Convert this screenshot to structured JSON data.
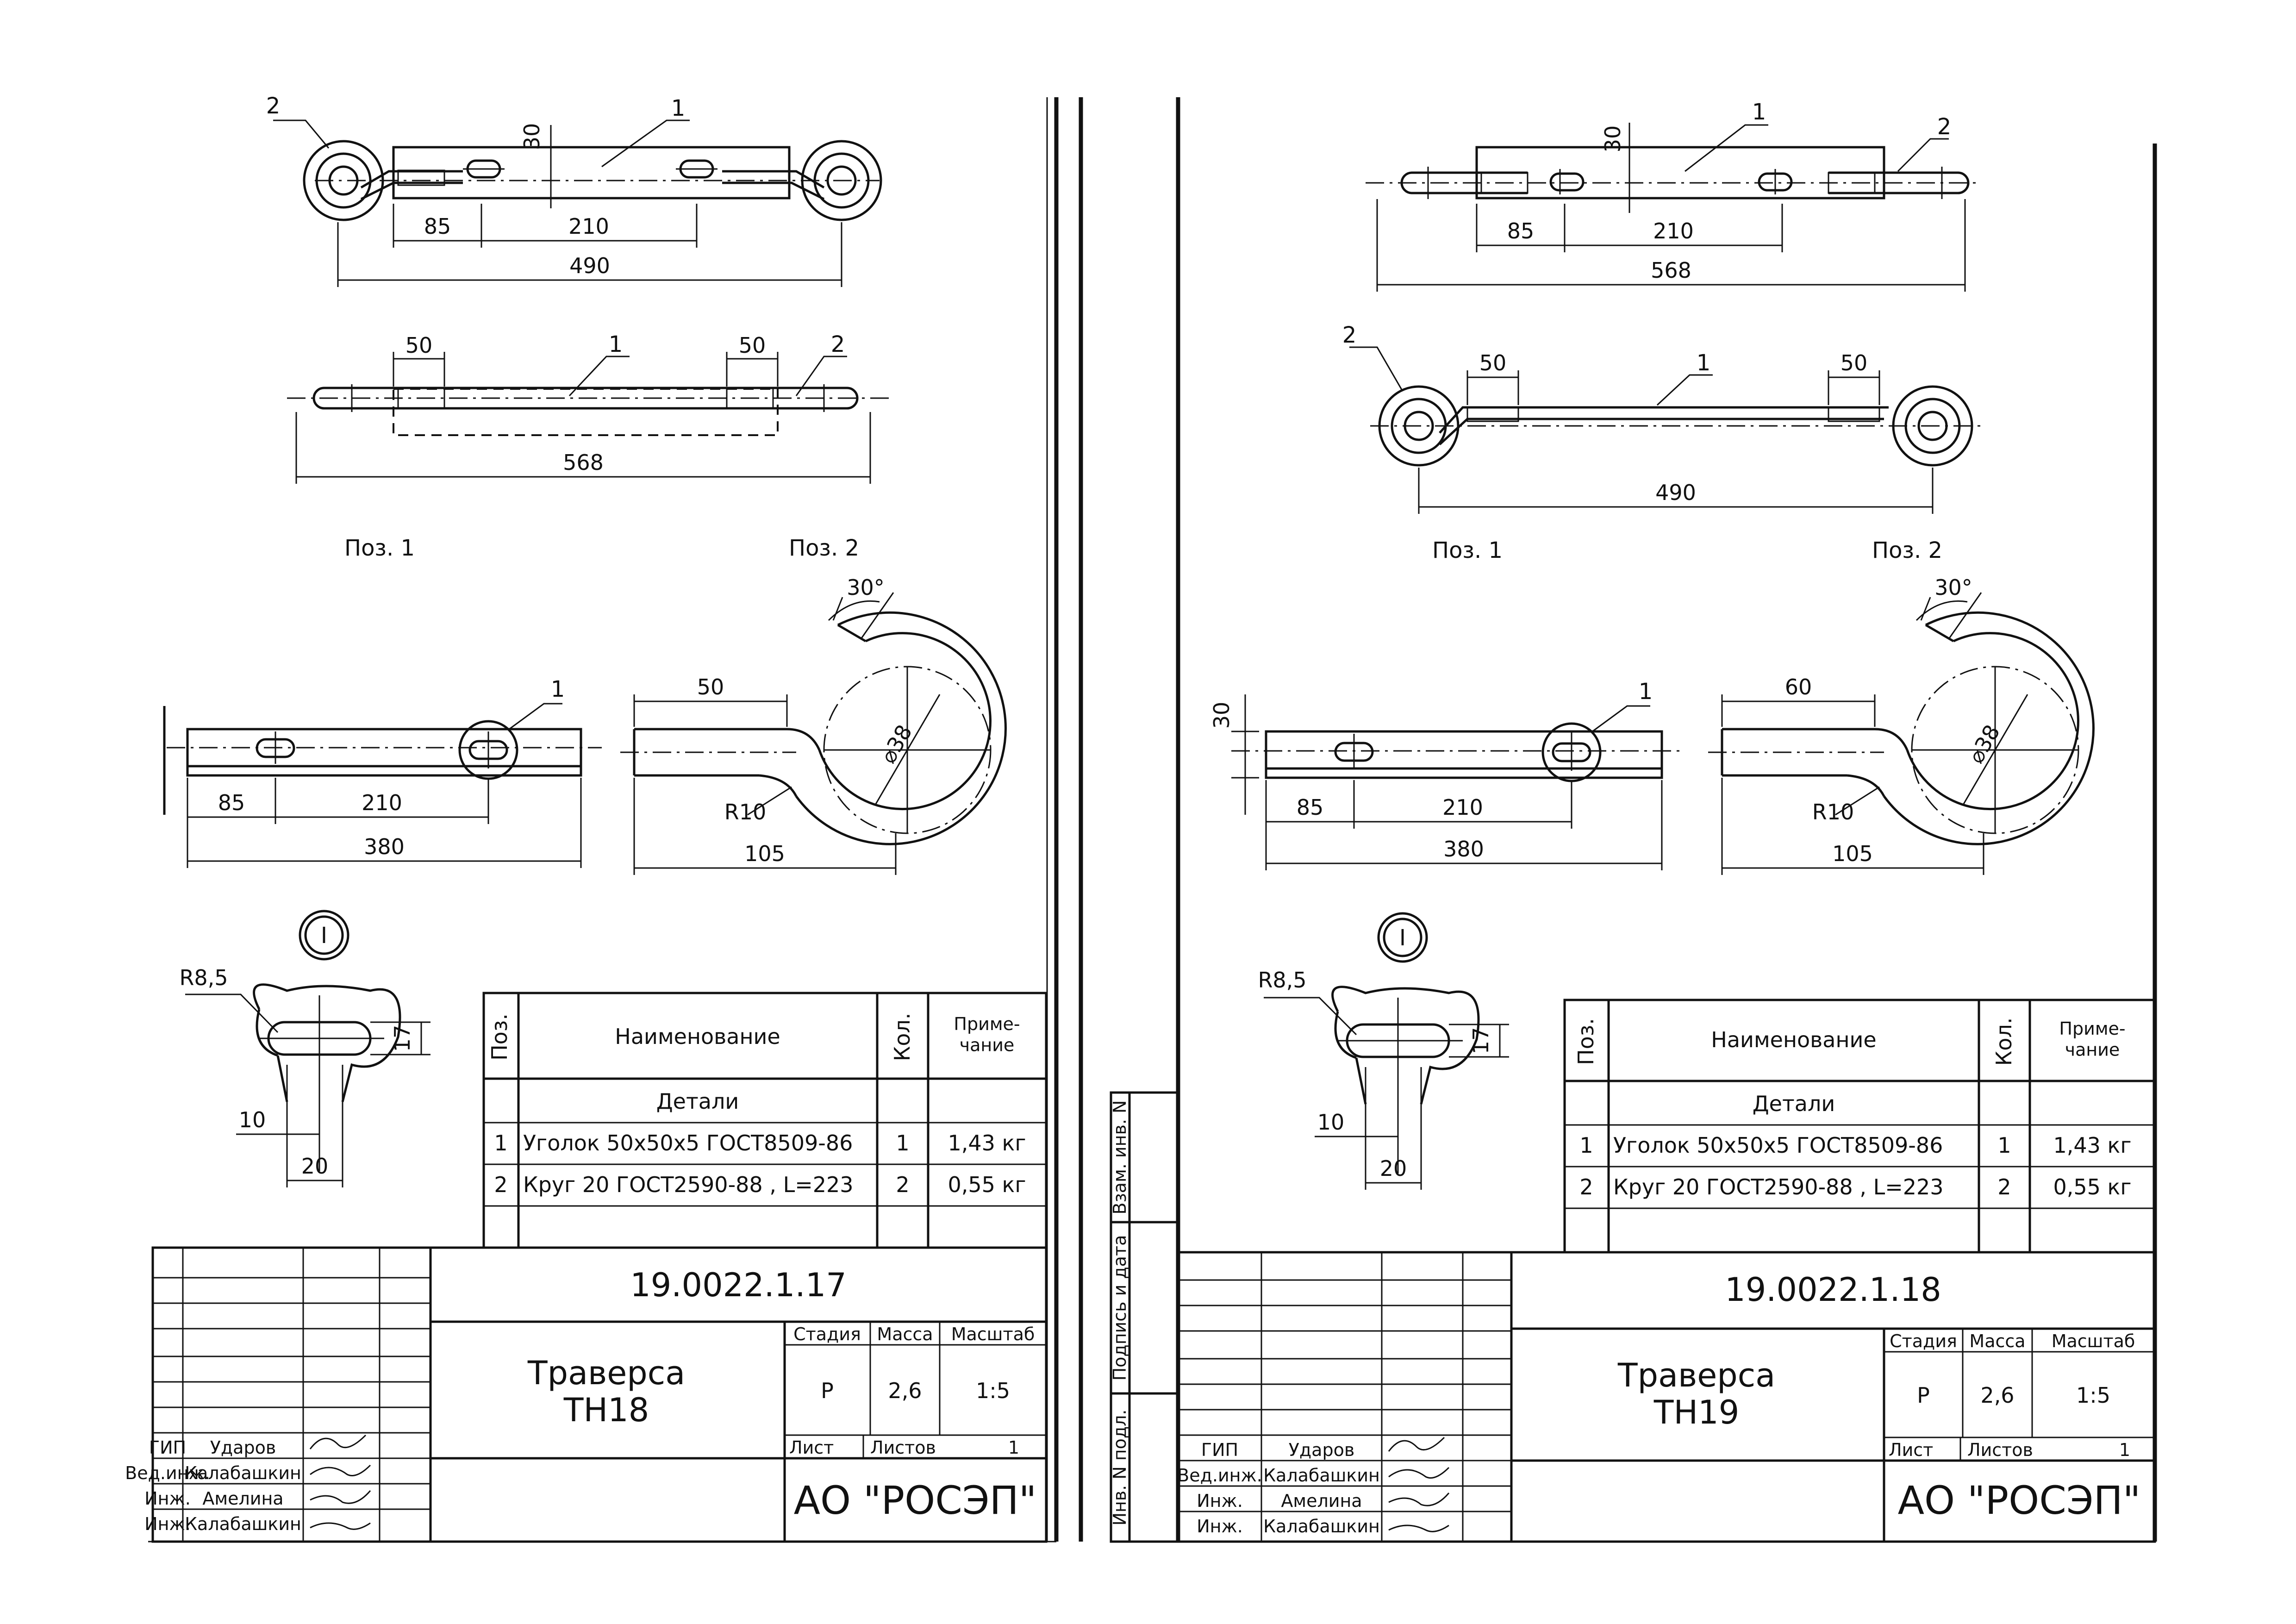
{
  "sheets": [
    {
      "views": {
        "top": {
          "dims": [
            "85",
            "210",
            "490",
            "30"
          ],
          "pos": [
            "1",
            "2"
          ]
        },
        "side": {
          "dims": [
            "50",
            "50",
            "568"
          ],
          "pos": [
            "1",
            "2"
          ]
        },
        "poz1": {
          "label": "Поз. 1",
          "dims": [
            "85",
            "210",
            "380"
          ],
          "callout": "1"
        },
        "poz2": {
          "label": "Поз. 2",
          "dims": [
            "50",
            "105",
            "R10",
            "⌀38",
            "30°"
          ]
        },
        "detail": {
          "marker": "I",
          "dims": [
            "R8,5",
            "17",
            "10",
            "20"
          ]
        }
      },
      "spec": {
        "headers": [
          "Поз.",
          "Наименование",
          "Кол.",
          "Приме-\nчание"
        ],
        "section": "Детали",
        "rows": [
          {
            "pos": "1",
            "name": "Уголок 50х50х5 ГОСТ8509-86",
            "qty": "1",
            "note": "1,43 кг"
          },
          {
            "pos": "2",
            "name": "Круг 20 ГОСТ2590-88 , L=223",
            "qty": "2",
            "note": "0,55 кг"
          }
        ]
      },
      "title_block": {
        "doc_code": "19.0022.1.17",
        "title": "Траверса",
        "subtitle": "ТН18",
        "stage_label": "Стадия",
        "mass_label": "Масса",
        "scale_label": "Масштаб",
        "stage": "Р",
        "mass": "2,6",
        "scale": "1:5",
        "sheet_label": "Лист",
        "sheets_label": "Листов",
        "sheets_count": "1",
        "org": "АО \"РОСЭП\"",
        "signers": [
          {
            "role": "ГИП",
            "name": "Ударов"
          },
          {
            "role": "Вед.инж.",
            "name": "Калабашкин"
          },
          {
            "role": "Инж.",
            "name": "Амелина"
          },
          {
            "role": "Инж.",
            "name": "Калабашкин"
          }
        ]
      }
    },
    {
      "views": {
        "top": {
          "dims": [
            "85",
            "210",
            "568",
            "30"
          ],
          "pos": [
            "1",
            "2"
          ]
        },
        "side": {
          "dims": [
            "50",
            "50",
            "490"
          ],
          "pos": [
            "1",
            "2"
          ]
        },
        "poz1": {
          "label": "Поз. 1",
          "dims": [
            "85",
            "210",
            "380",
            "30"
          ],
          "callout": "1"
        },
        "poz2": {
          "label": "Поз. 2",
          "dims": [
            "60",
            "105",
            "R10",
            "⌀38",
            "30°"
          ]
        },
        "detail": {
          "marker": "I",
          "dims": [
            "R8,5",
            "17",
            "10",
            "20"
          ]
        }
      },
      "spec": {
        "headers": [
          "Поз.",
          "Наименование",
          "Кол.",
          "Приме-\nчание"
        ],
        "section": "Детали",
        "rows": [
          {
            "pos": "1",
            "name": "Уголок 50х50х5 ГОСТ8509-86",
            "qty": "1",
            "note": "1,43 кг"
          },
          {
            "pos": "2",
            "name": "Круг 20 ГОСТ2590-88 , L=223",
            "qty": "2",
            "note": "0,55 кг"
          }
        ]
      },
      "title_block": {
        "doc_code": "19.0022.1.18",
        "title": "Траверса",
        "subtitle": "ТН19",
        "stage_label": "Стадия",
        "mass_label": "Масса",
        "scale_label": "Масштаб",
        "stage": "Р",
        "mass": "2,6",
        "scale": "1:5",
        "sheet_label": "Лист",
        "sheets_label": "Листов",
        "sheets_count": "1",
        "org": "АО \"РОСЭП\"",
        "signers": [
          {
            "role": "ГИП",
            "name": "Ударов"
          },
          {
            "role": "Вед.инж.",
            "name": "Калабашкин"
          },
          {
            "role": "Инж.",
            "name": "Амелина"
          },
          {
            "role": "Инж.",
            "name": "Калабашкин"
          }
        ]
      },
      "side_stamp": [
        "Взам. инв. N",
        "Подпись и дата",
        "Инв. N подл."
      ]
    }
  ]
}
